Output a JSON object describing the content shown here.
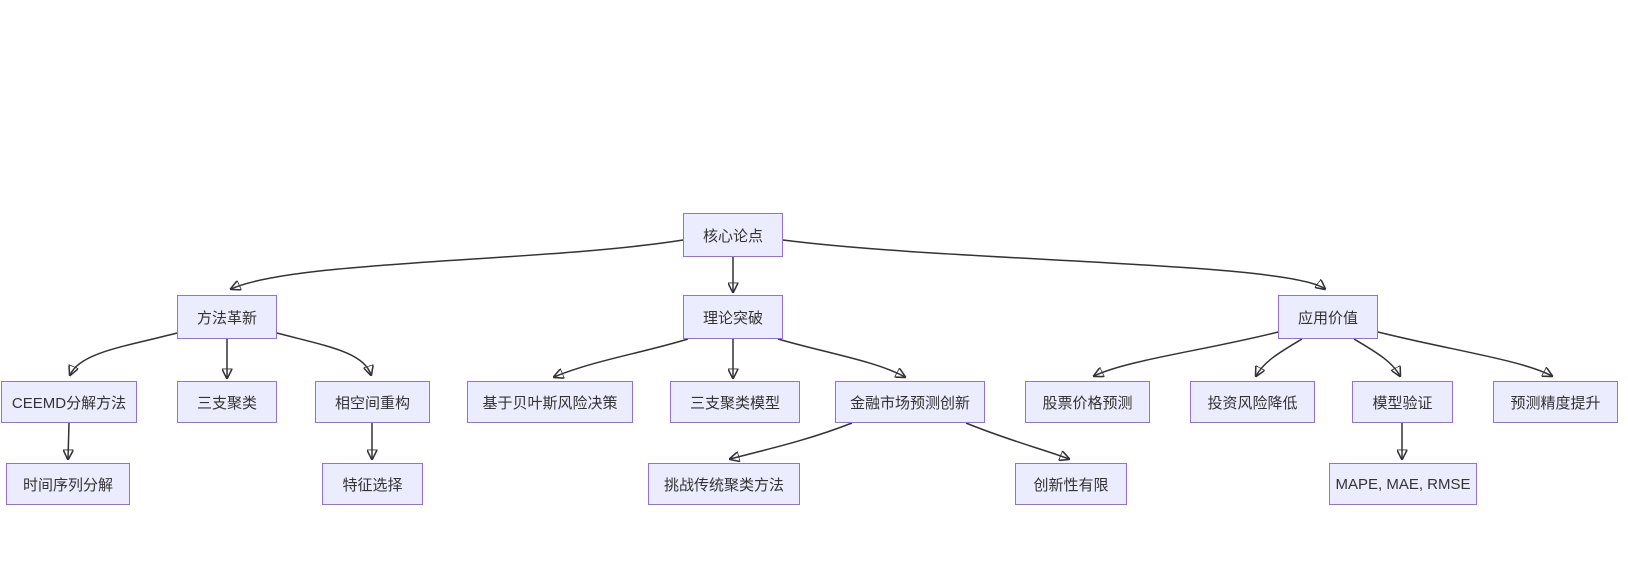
{
  "diagram": {
    "type": "flowchart-top-down",
    "colors": {
      "background": "#ffffff",
      "node_fill": "#ECECFF",
      "node_border": "#9370DB",
      "node_text": "#333333",
      "edge": "#333333"
    },
    "nodes": {
      "core": {
        "label": "核心论点"
      },
      "method": {
        "label": "方法革新"
      },
      "theory": {
        "label": "理论突破"
      },
      "application": {
        "label": "应用价值"
      },
      "ceemd": {
        "label": "CEEMD分解方法"
      },
      "three_way": {
        "label": "三支聚类"
      },
      "phase_space": {
        "label": "相空间重构"
      },
      "bayes": {
        "label": "基于贝叶斯风险决策"
      },
      "twc_model": {
        "label": "三支聚类模型"
      },
      "finance": {
        "label": "金融市场预测创新"
      },
      "stock": {
        "label": "股票价格预测"
      },
      "risk": {
        "label": "投资风险降低"
      },
      "validation": {
        "label": "模型验证"
      },
      "accuracy": {
        "label": "预测精度提升"
      },
      "ts_decomp": {
        "label": "时间序列分解"
      },
      "feature": {
        "label": "特征选择"
      },
      "challenge": {
        "label": "挑战传统聚类方法"
      },
      "limited": {
        "label": "创新性有限"
      },
      "metrics": {
        "label": "MAPE, MAE, RMSE"
      }
    },
    "edges": [
      {
        "from": "核心论点",
        "to": "方法革新"
      },
      {
        "from": "核心论点",
        "to": "理论突破"
      },
      {
        "from": "核心论点",
        "to": "应用价值"
      },
      {
        "from": "方法革新",
        "to": "CEEMD分解方法"
      },
      {
        "from": "方法革新",
        "to": "三支聚类"
      },
      {
        "from": "方法革新",
        "to": "相空间重构"
      },
      {
        "from": "理论突破",
        "to": "基于贝叶斯风险决策"
      },
      {
        "from": "理论突破",
        "to": "三支聚类模型"
      },
      {
        "from": "理论突破",
        "to": "金融市场预测创新"
      },
      {
        "from": "应用价值",
        "to": "股票价格预测"
      },
      {
        "from": "应用价值",
        "to": "投资风险降低"
      },
      {
        "from": "应用价值",
        "to": "模型验证"
      },
      {
        "from": "应用价值",
        "to": "预测精度提升"
      },
      {
        "from": "CEEMD分解方法",
        "to": "时间序列分解"
      },
      {
        "from": "相空间重构",
        "to": "特征选择"
      },
      {
        "from": "金融市场预测创新",
        "to": "挑战传统聚类方法"
      },
      {
        "from": "金融市场预测创新",
        "to": "创新性有限"
      },
      {
        "from": "模型验证",
        "to": "MAPE, MAE, RMSE"
      }
    ]
  }
}
